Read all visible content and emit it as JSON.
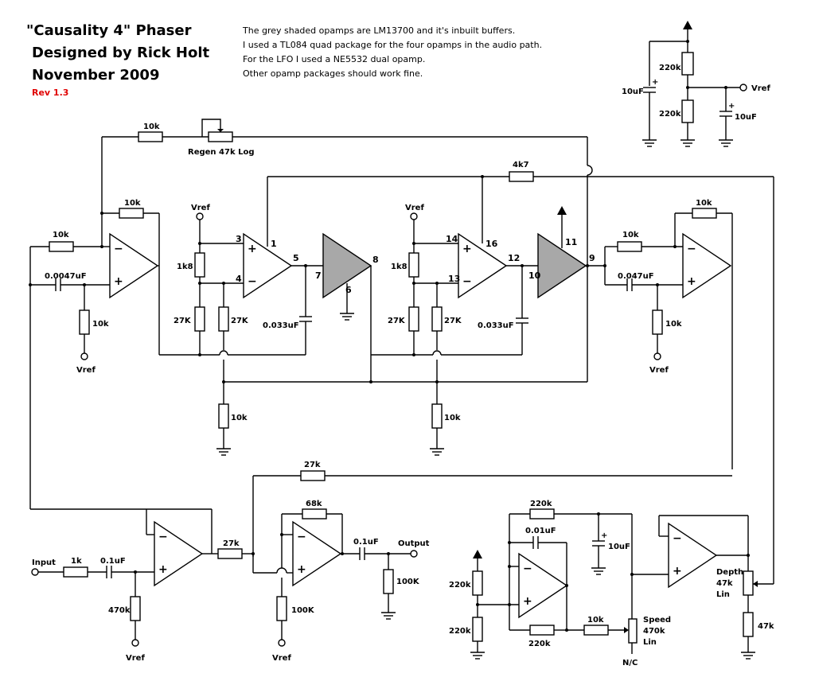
{
  "title": {
    "line1": "\"Causality 4\" Phaser",
    "line2": "Designed by Rick Holt",
    "line3": "November 2009",
    "revision": "Rev 1.3"
  },
  "notes": [
    "The grey shaded opamps are LM13700 and it's inbuilt buffers.",
    "I used a TL084 quad package for the four opamps in the audio path.",
    "For the LFO I used a NE5532 dual opamp.",
    "Other opamp packages should work fine."
  ],
  "colors": {
    "revision": "#e00000",
    "buffer_fill": "#a8a8a8",
    "wire": "#000000"
  },
  "labels": {
    "regen_r": "10k",
    "regen_pot": "Regen 47k Log",
    "r_fb1": "10k",
    "r_in1": "10k",
    "c_in1": "0.0047uF",
    "r_gnd1": "10k",
    "vref1": "Vref",
    "vref_ota1": "Vref",
    "r_1k8_a": "1k8",
    "r_27k_a1": "27K",
    "r_27k_a2": "27K",
    "c_033_a": "0.033uF",
    "r_10k_a": "10k",
    "r_4k7": "4k7",
    "vref_ota2": "Vref",
    "r_1k8_b": "1k8",
    "r_27k_b1": "27K",
    "r_27k_b2": "27K",
    "c_033_b": "0.033uF",
    "r_10k_b": "10k",
    "r_fb2": "10k",
    "r_in2": "10k",
    "c_in2": "0.047uF",
    "r_gnd2": "10k",
    "vref2": "Vref",
    "sup_r1": "220k",
    "sup_r2": "220k",
    "sup_c1": "10uF",
    "sup_c2": "10uF",
    "sup_vref": "Vref",
    "r_27k_mix": "27k",
    "in_label": "Input",
    "r_1k": "1k",
    "c_in_buf": "0.1uF",
    "r_470k": "470k",
    "vref_in": "Vref",
    "r_27k_sum": "27k",
    "r_68k": "68k",
    "r_100k_sum": "100K",
    "vref_sum": "Vref",
    "c_out": "0.1uF",
    "out_label": "Output",
    "r_100k_out": "100K",
    "lfo_r_top": "220k",
    "lfo_c": "0.01uF",
    "lfo_c_sup": "10uF",
    "lfo_div1": "220k",
    "lfo_div2": "220k",
    "lfo_r_bot": "220k",
    "lfo_r_10k": "10k",
    "speed": "Speed",
    "speed_val": "470k",
    "speed_lin": "Lin",
    "nc": "N/C",
    "depth": "Depth",
    "depth_val": "47k",
    "depth_lin": "Lin",
    "r_47k": "47k"
  },
  "pins": {
    "p3": "3",
    "p1": "1",
    "p5": "5",
    "p4": "4",
    "p7": "7",
    "p8": "8",
    "p6": "6",
    "p14": "14",
    "p16": "16",
    "p12": "12",
    "p13": "13",
    "p10": "10",
    "p11": "11",
    "p9": "9"
  }
}
